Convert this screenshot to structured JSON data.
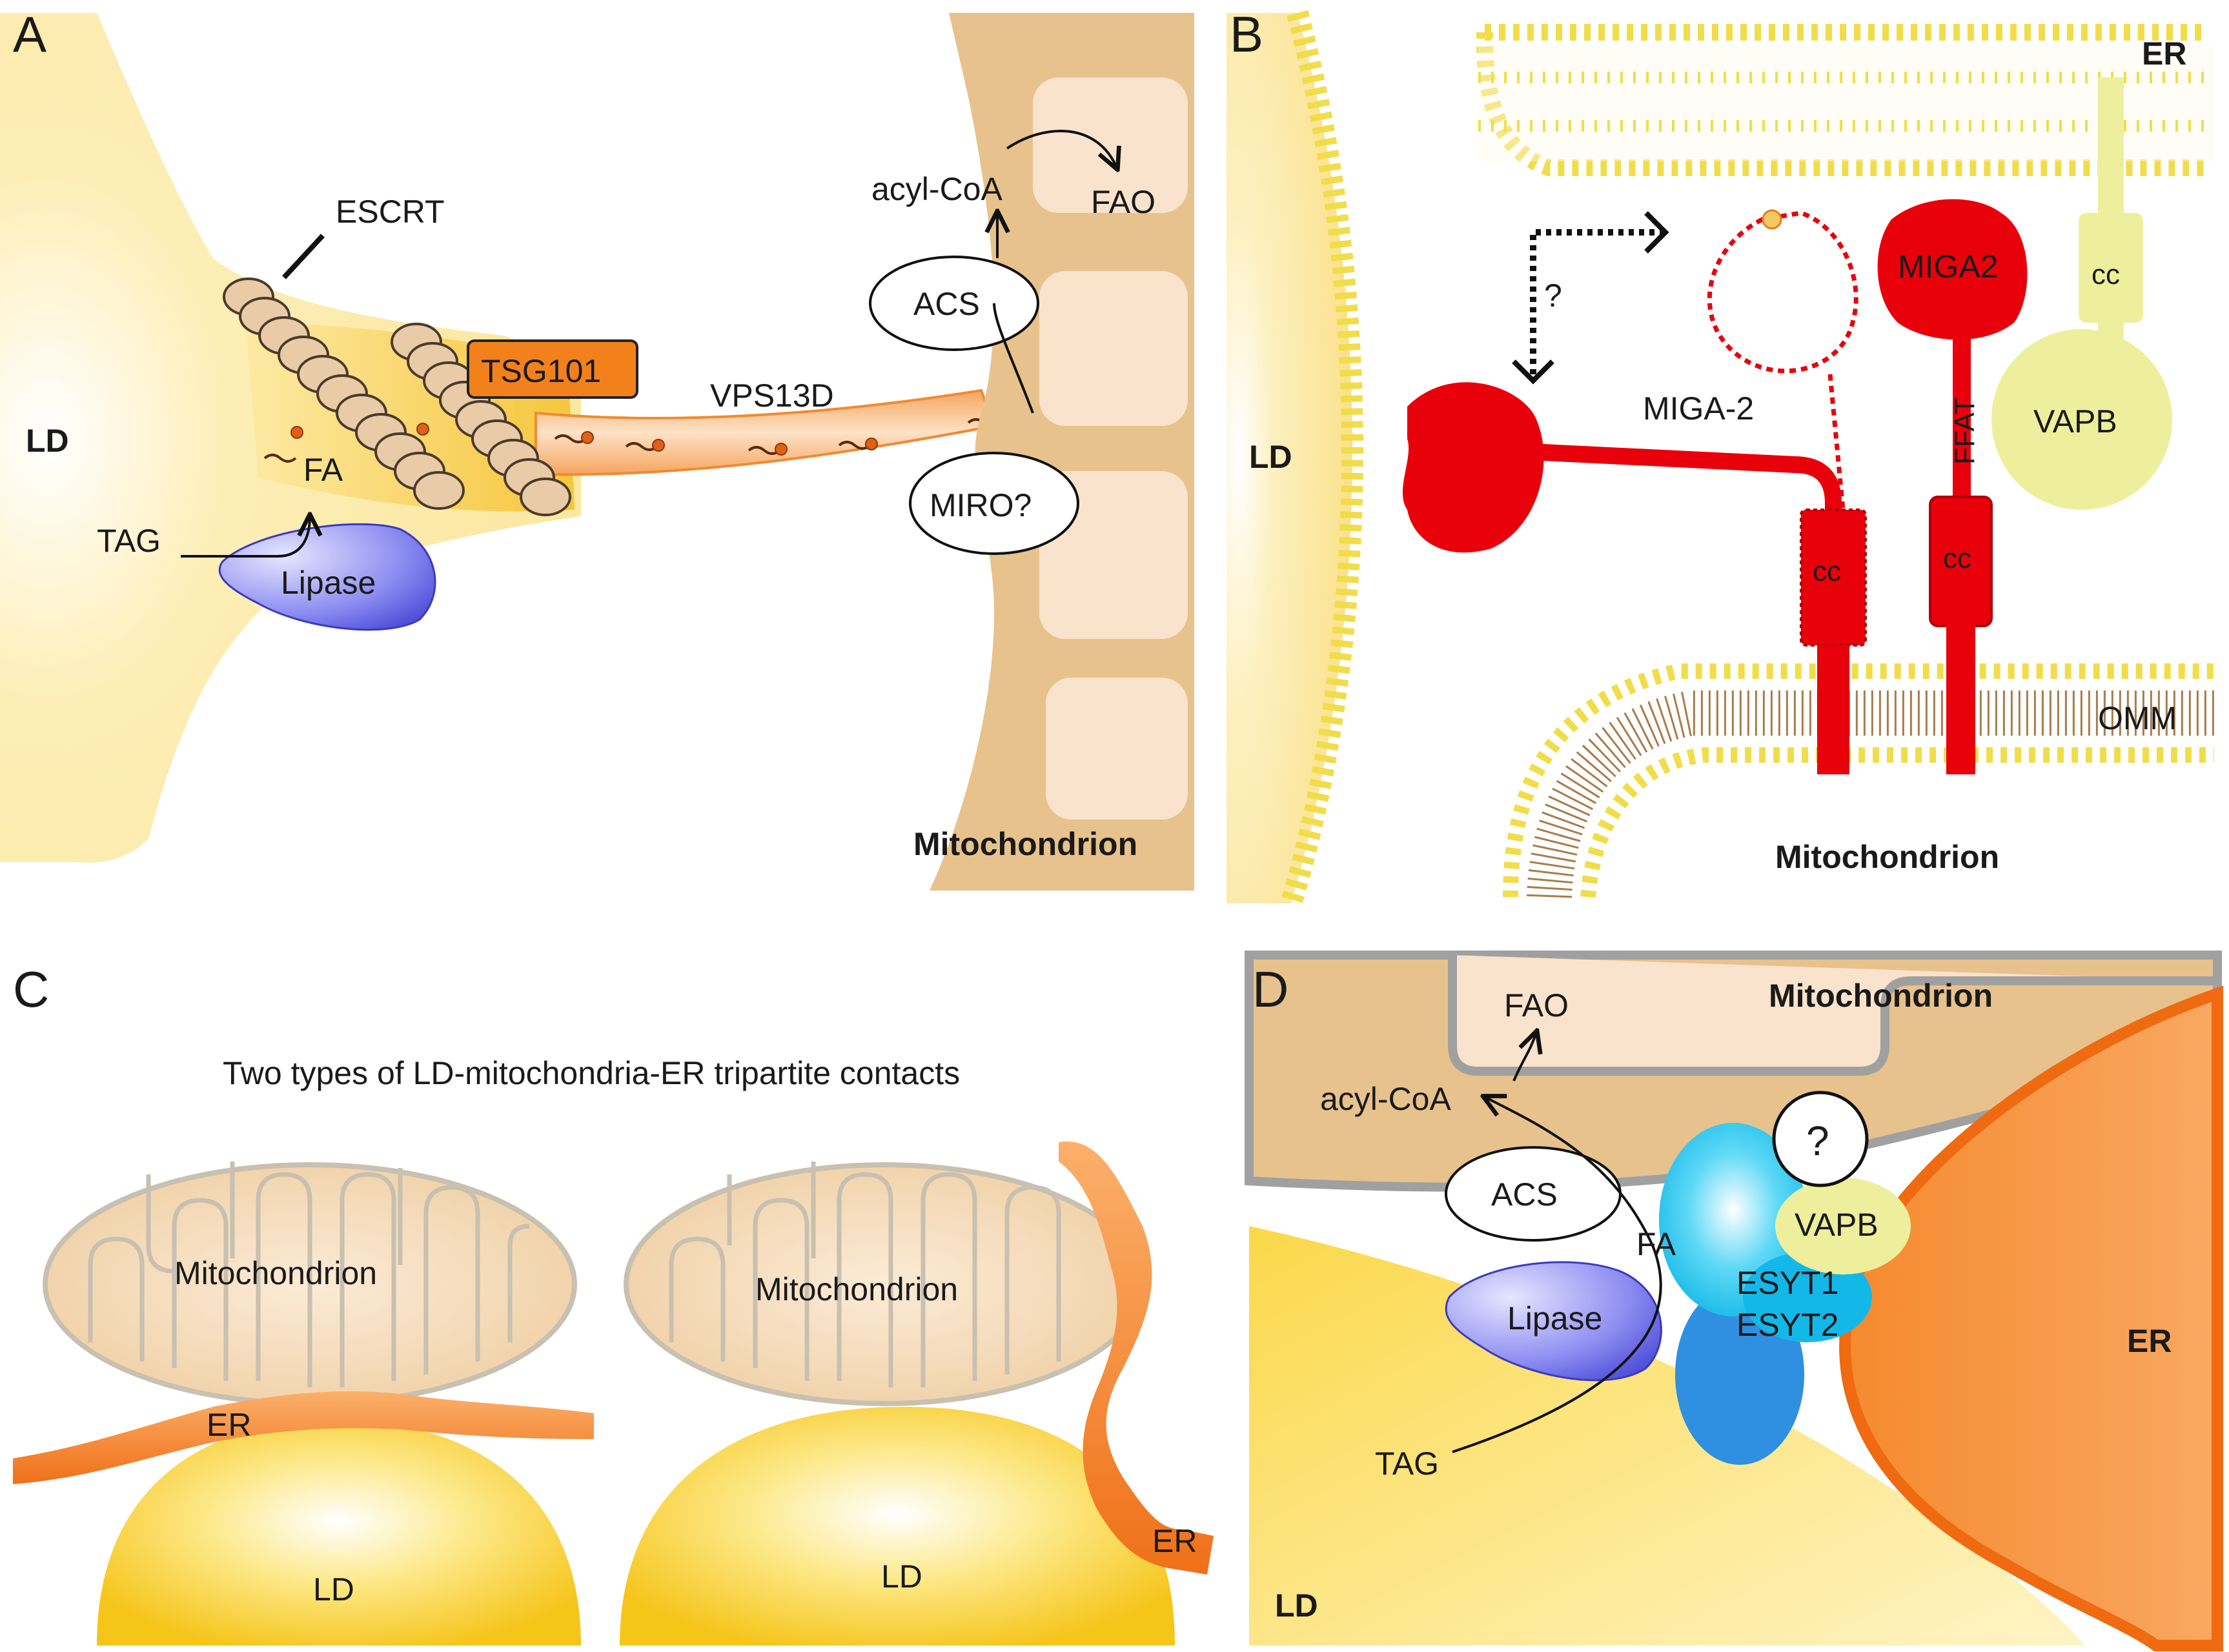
{
  "panels": {
    "a": {
      "letter": "A",
      "labels": {
        "ld": "LD",
        "escrt": "ESCRT",
        "tsg101": "TSG101",
        "vps13d": "VPS13D",
        "fa": "FA",
        "tag": "TAG",
        "lipase": "Lipase",
        "acyl_coa": "acyl-CoA",
        "fao": "FAO",
        "acs": "ACS",
        "miro": "MIRO?",
        "mitochondrion": "Mitochondrion"
      }
    },
    "b": {
      "letter": "B",
      "labels": {
        "ld": "LD",
        "er": "ER",
        "question": "?",
        "miga2_dashed": "MIGA-2",
        "miga2": "MIGA2",
        "cc_vapb": "cc",
        "vapb": "VAPB",
        "ffat": "FFAT",
        "cc_left": "cc",
        "cc_right": "cc",
        "omm": "OMM",
        "mitochondrion": "Mitochondrion"
      }
    },
    "c": {
      "letter": "C",
      "title": "Two types of LD-mitochondria-ER tripartite contacts",
      "labels": {
        "mito_left": "Mitochondrion",
        "mito_right": "Mitochondrion",
        "er_left": "ER",
        "er_right": "ER",
        "ld_left": "LD",
        "ld_right": "LD"
      }
    },
    "d": {
      "letter": "D",
      "labels": {
        "fao": "FAO",
        "mitochondrion": "Mitochondrion",
        "acyl_coa": "acyl-CoA",
        "acs": "ACS",
        "question": "?",
        "vapb": "VAPB",
        "fa": "FA",
        "esyt1": "ESYT1",
        "esyt2": "ESYT2",
        "lipase": "Lipase",
        "er": "ER",
        "tag": "TAG",
        "ld": "LD"
      }
    }
  },
  "colors": {
    "ld_yellow": "#fbd02a",
    "ld_pale": "#fdf1c2",
    "mito_tan": "#e9c58f",
    "mito_inner": "#fbe6cf",
    "er_orange": "#f47b20",
    "er_light": "#f9a868",
    "miga2_red": "#e8000b",
    "vapb_green": "#eeef9c",
    "esyt1_cyan": "#25c7f0",
    "esyt2_blue": "#2f8fe0",
    "lipase_purple": "#5a5ae0",
    "tsg101_orange": "#f2811c",
    "escrt_ring": "#e8c9a6",
    "membrane_yellow": "#f1dd4a",
    "membrane_brown": "#a97c4c"
  }
}
